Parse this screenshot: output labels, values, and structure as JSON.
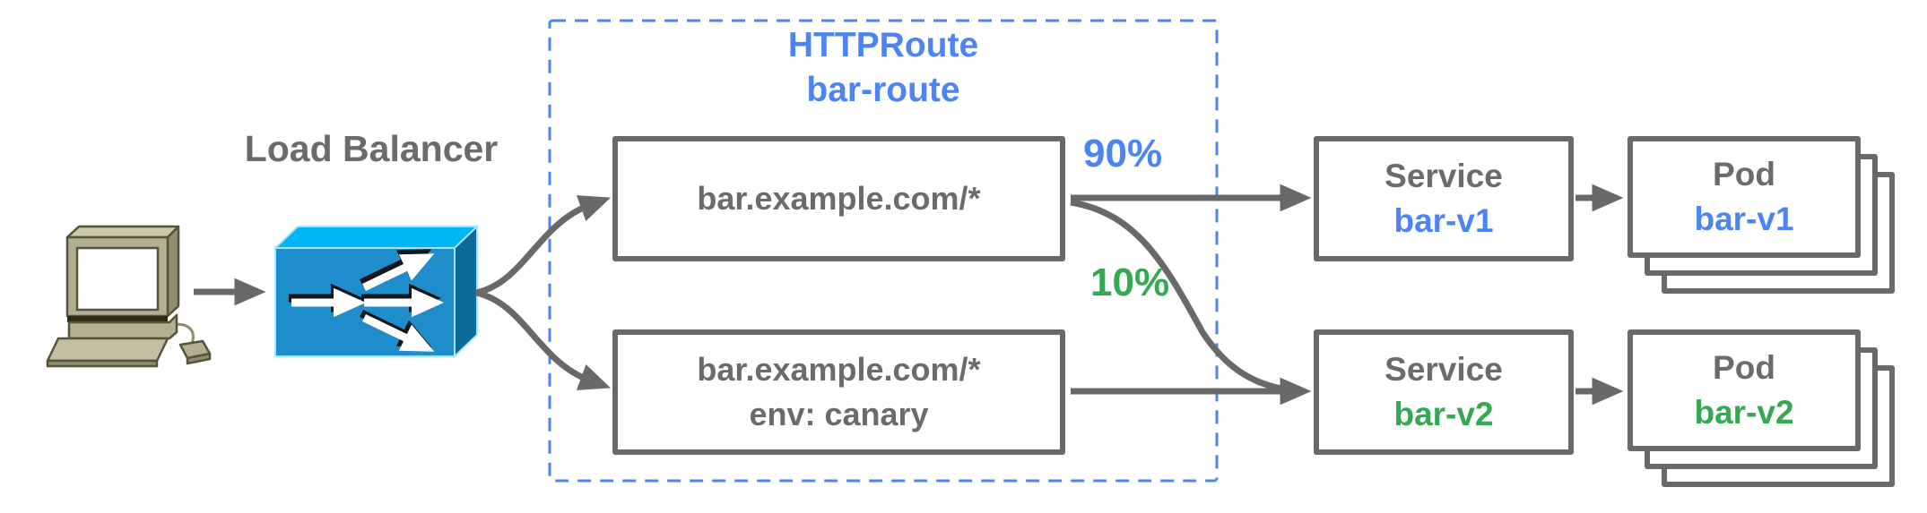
{
  "colors": {
    "blue": "#4c84f3",
    "green": "#34a853",
    "gray_text": "#6b6b6b",
    "gray_line": "#696969",
    "lb_front": "#1f8ccb",
    "lb_top": "#00b5f5",
    "lb_side": "#0d6a9b"
  },
  "client": {
    "icon": "desktop-computer"
  },
  "load_balancer": {
    "label": "Load Balancer",
    "icon": "load-balancer-fanout"
  },
  "httproute": {
    "kind": "HTTPRoute",
    "name": "bar-route"
  },
  "rules": [
    {
      "match": "bar.example.com/*"
    },
    {
      "match": "bar.example.com/*",
      "header": "env: canary"
    }
  ],
  "traffic_split": [
    {
      "label": "90%",
      "color": "blue",
      "target": "bar-v1"
    },
    {
      "label": "10%",
      "color": "green",
      "target": "bar-v2"
    }
  ],
  "services": [
    {
      "kind": "Service",
      "name": "bar-v1"
    },
    {
      "kind": "Service",
      "name": "bar-v2"
    }
  ],
  "pods": [
    {
      "kind": "Pod",
      "name": "bar-v1"
    },
    {
      "kind": "Pod",
      "name": "bar-v2"
    }
  ]
}
